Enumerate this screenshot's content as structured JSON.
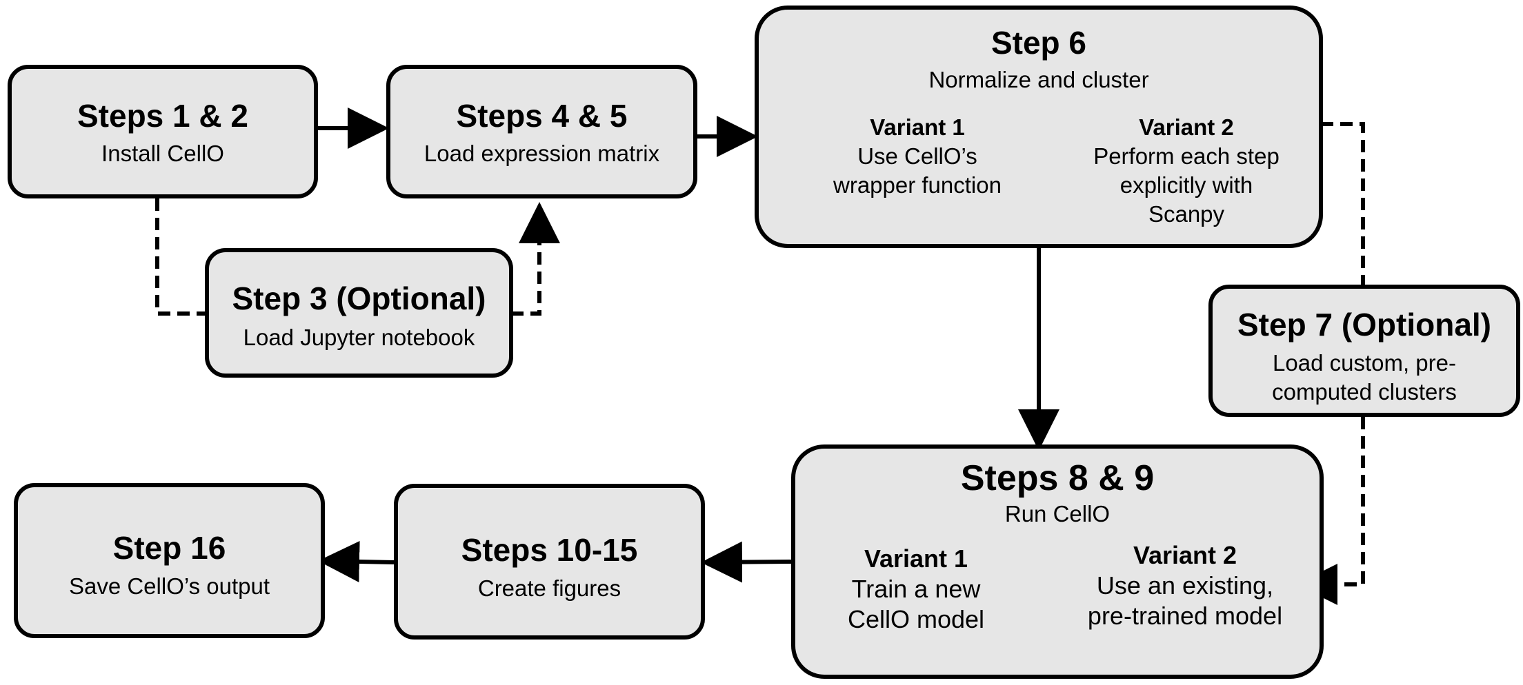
{
  "colors": {
    "box_fill": "#e6e6e6",
    "stroke": "#000000",
    "background": "#ffffff"
  },
  "steps_1_2": {
    "title": "Steps 1 & 2",
    "subtitle": "Install CellO"
  },
  "steps_4_5": {
    "title": "Steps 4 & 5",
    "subtitle": "Load expression matrix"
  },
  "step_3": {
    "title": "Step 3 (Optional)",
    "subtitle": "Load Jupyter notebook"
  },
  "step_6": {
    "title": "Step 6",
    "subtitle": "Normalize and cluster",
    "variant_1": {
      "title": "Variant 1",
      "lines": [
        "Use CellO’s",
        "wrapper function"
      ]
    },
    "variant_2": {
      "title": "Variant 2",
      "lines": [
        "Perform each step",
        "explicitly with",
        "Scanpy"
      ]
    }
  },
  "step_7": {
    "title": "Step 7 (Optional)",
    "lines": [
      "Load custom, pre-",
      "computed clusters"
    ]
  },
  "steps_8_9": {
    "title": "Steps 8 & 9",
    "subtitle": "Run CellO",
    "variant_1": {
      "title": "Variant 1",
      "lines": [
        "Train a new",
        "CellO model"
      ]
    },
    "variant_2": {
      "title": "Variant 2",
      "lines": [
        "Use an existing,",
        "pre-trained model"
      ]
    }
  },
  "steps_10_15": {
    "title": "Steps 10-15",
    "subtitle": "Create figures"
  },
  "step_16": {
    "title": "Step 16",
    "subtitle": "Save CellO’s output"
  },
  "edges": [
    {
      "from": "steps_1_2",
      "to": "steps_4_5",
      "style": "solid"
    },
    {
      "from": "steps_4_5",
      "to": "step_6",
      "style": "solid"
    },
    {
      "from": "steps_1_2",
      "to": "step_3",
      "style": "dashed"
    },
    {
      "from": "step_3",
      "to": "steps_4_5",
      "style": "dashed"
    },
    {
      "from": "step_6",
      "to": "steps_8_9",
      "style": "solid"
    },
    {
      "from": "step_6",
      "to": "step_7",
      "style": "dashed"
    },
    {
      "from": "step_7",
      "to": "steps_8_9",
      "style": "dashed"
    },
    {
      "from": "steps_8_9",
      "to": "steps_10_15",
      "style": "solid"
    },
    {
      "from": "steps_10_15",
      "to": "step_16",
      "style": "solid"
    }
  ]
}
